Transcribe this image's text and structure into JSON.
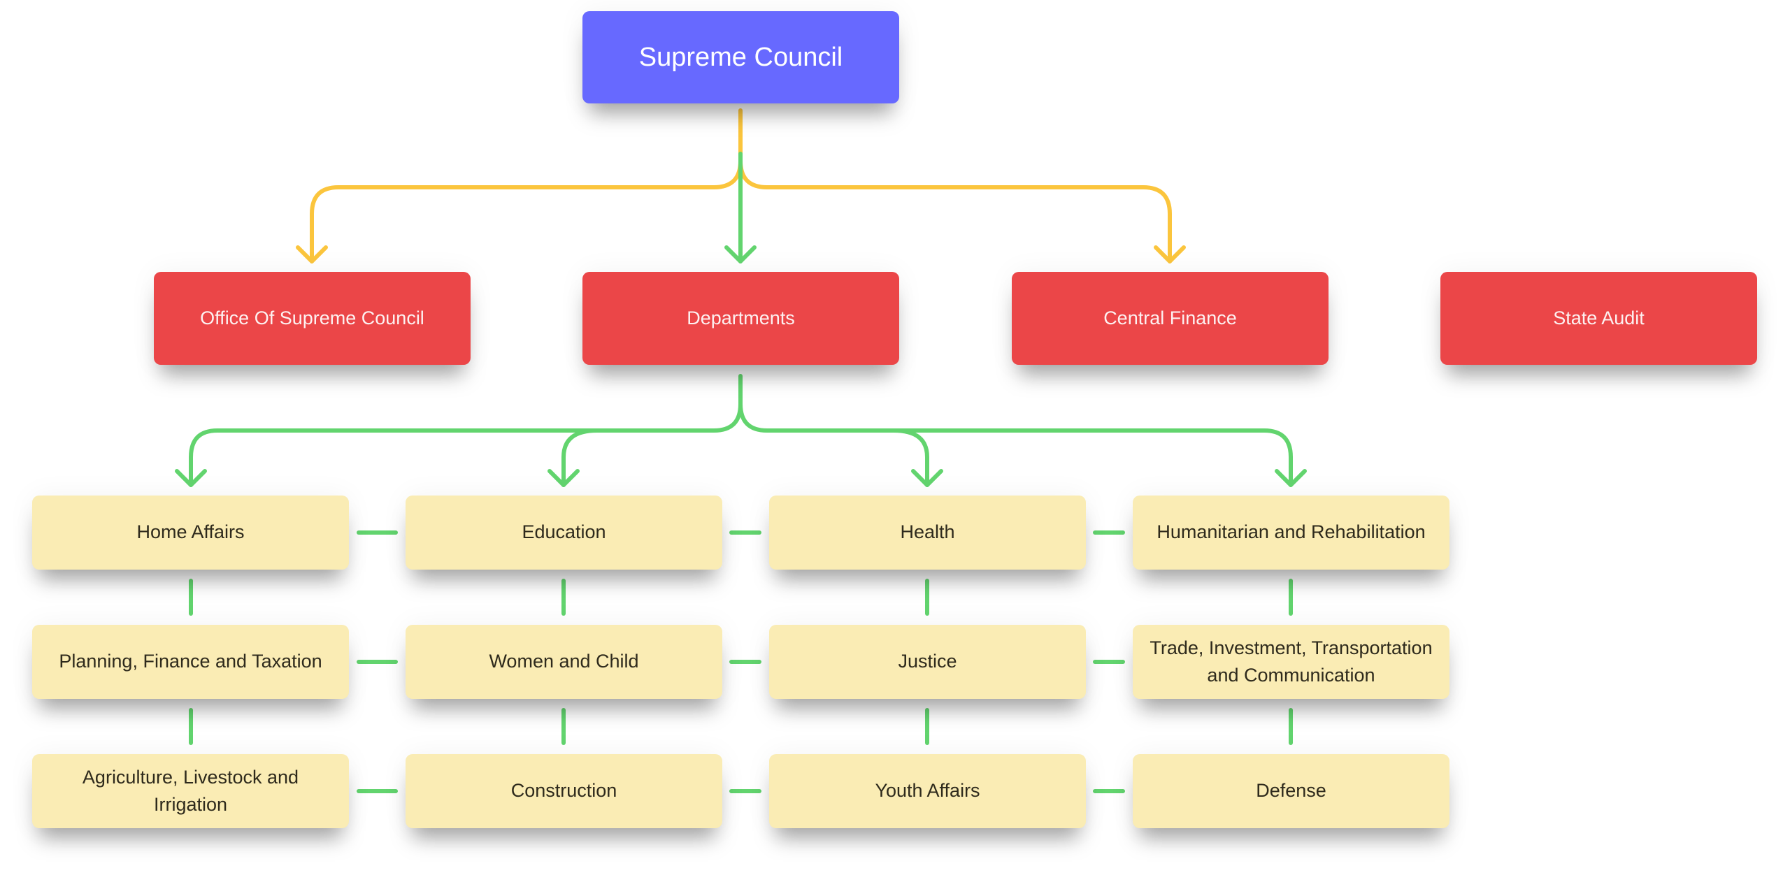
{
  "colors": {
    "root_fill": "#6769ff",
    "level1_fill": "#eb4648",
    "level2_fill": "#faecb4",
    "primary_connector": "#fbc53d",
    "department_connector": "#62d46e"
  },
  "root": {
    "label": "Supreme Council"
  },
  "level1": [
    {
      "label": "Office Of Supreme Council"
    },
    {
      "label": "Departments"
    },
    {
      "label": "Central Finance"
    },
    {
      "label": "State Audit"
    }
  ],
  "departments": {
    "columns": [
      [
        "Home Affairs",
        "Planning, Finance and Taxation",
        "Agriculture, Livestock and Irrigation"
      ],
      [
        "Education",
        "Women and Child",
        "Construction"
      ],
      [
        "Health",
        "Justice",
        "Youth Affairs"
      ],
      [
        "Humanitarian and Rehabilitation",
        "Trade, Investment, Transportation and Communication",
        "Defense"
      ]
    ]
  },
  "connections": [
    {
      "from": "Supreme Council",
      "to": "Office Of Supreme Council",
      "color": "primary_connector",
      "arrow": true
    },
    {
      "from": "Supreme Council",
      "to": "Departments",
      "color": "department_connector",
      "arrow": true
    },
    {
      "from": "Supreme Council",
      "to": "Central Finance",
      "color": "primary_connector",
      "arrow": true
    },
    {
      "from": "Departments",
      "to": "Home Affairs",
      "color": "department_connector",
      "arrow": true
    },
    {
      "from": "Departments",
      "to": "Education",
      "color": "department_connector",
      "arrow": true
    },
    {
      "from": "Departments",
      "to": "Health",
      "color": "department_connector",
      "arrow": true
    },
    {
      "from": "Departments",
      "to": "Humanitarian and Rehabilitation",
      "color": "department_connector",
      "arrow": true
    }
  ]
}
